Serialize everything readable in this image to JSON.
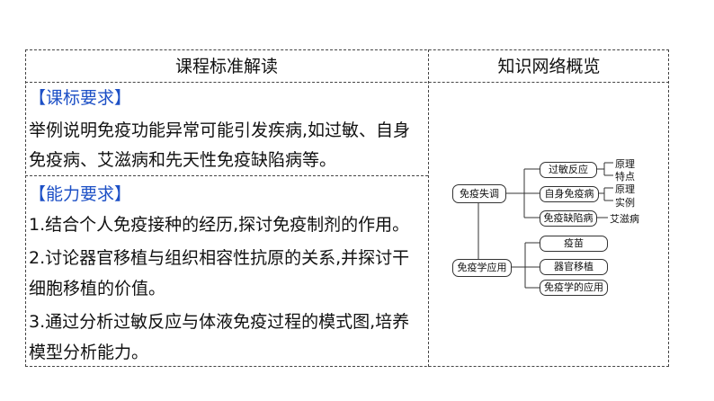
{
  "table": {
    "left_header": "课程标准解读",
    "right_header": "知识网络概览",
    "curriculum": {
      "heading": "【课标要求】",
      "lines": [
        "举例说明免疫功能异常可能引发疾病,如过敏、自身",
        "免疫病、艾滋病和先天性免疫缺陷病等。"
      ]
    },
    "ability": {
      "heading": "【能力要求】",
      "lines": [
        "1.结合个人免疫接种的经历,探讨免疫制剂的作用。",
        "2.讨论器官移植与组织相容性抗原的关系,并探讨干",
        "细胞移植的价值。",
        "3.通过分析过敏反应与体液免疫过程的模式图,培养",
        "模型分析能力。"
      ]
    }
  },
  "mindmap": {
    "root1": "免疫失调",
    "root2": "免疫学应用",
    "branch1": [
      "过敏反应",
      "自身免疫病",
      "免疫缺陷病"
    ],
    "branch1_leaves": [
      "原理",
      "特点",
      "原理",
      "实例",
      "艾滋病"
    ],
    "branch2": [
      "疫苗",
      "器官移植",
      "免疫学的应用"
    ]
  }
}
